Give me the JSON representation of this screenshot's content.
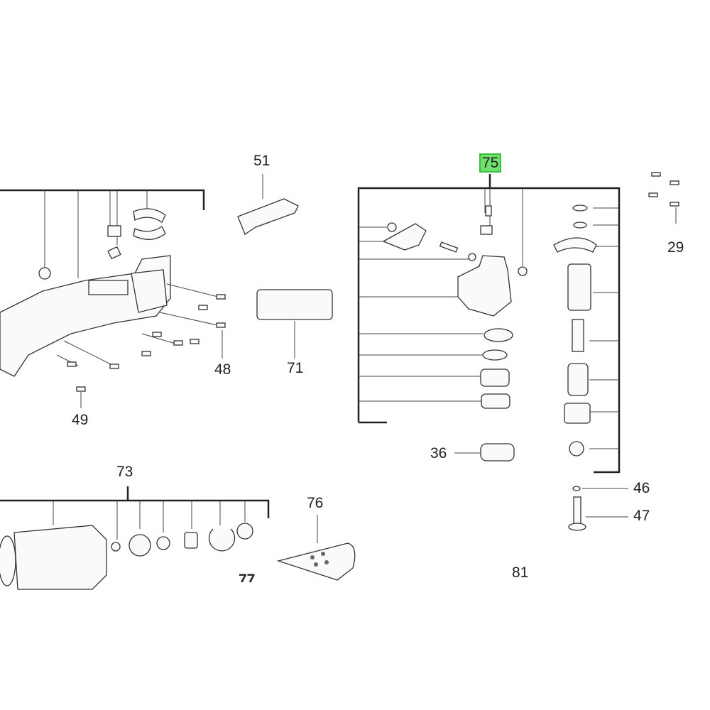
{
  "diagram": {
    "type": "exploded-parts-diagram",
    "highlight_color": "#6ee06e",
    "part_labels": {
      "p51": "51",
      "p75": "75",
      "p29": "29",
      "p48": "48",
      "p71": "71",
      "p49": "49",
      "p36": "36",
      "p46": "46",
      "p47": "47",
      "p73": "73",
      "p76": "76",
      "p77": "77",
      "p81": "81"
    },
    "highlighted_part": "75"
  }
}
